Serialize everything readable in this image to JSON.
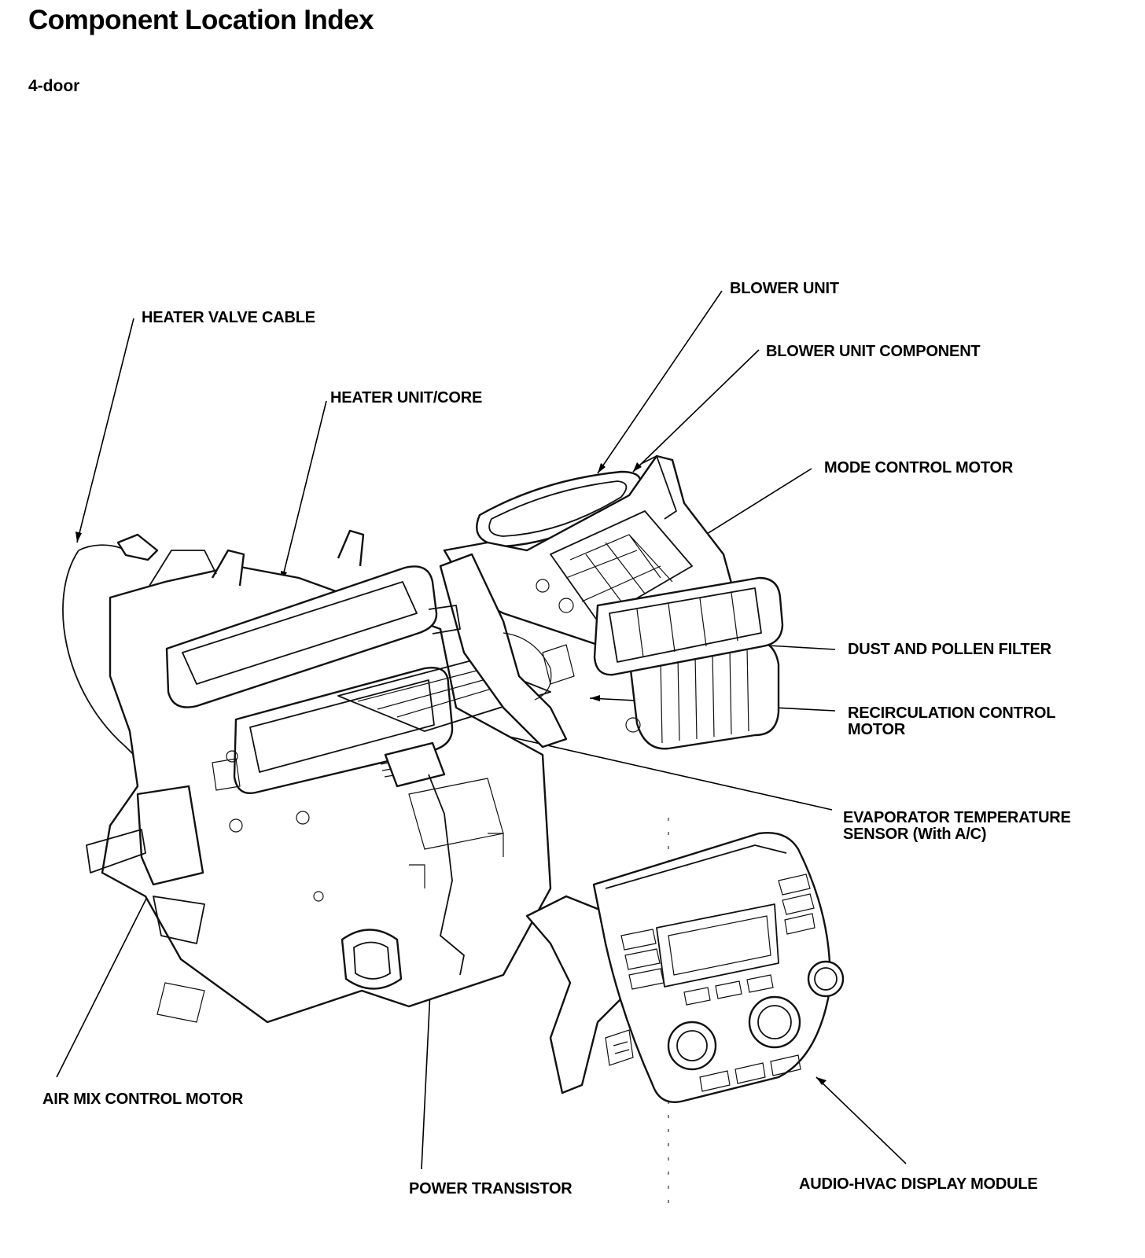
{
  "header": {
    "title": "Component Location Index",
    "subtitle": "4-door"
  },
  "callouts": {
    "heater_valve_cable": "HEATER VALVE CABLE",
    "heater_unit_core": "HEATER UNIT/CORE",
    "blower_unit": "BLOWER UNIT",
    "blower_unit_component": "BLOWER UNIT COMPONENT",
    "mode_control_motor": "MODE CONTROL MOTOR",
    "dust_and_pollen_filter": "DUST AND POLLEN FILTER",
    "recirculation_control_motor": [
      "RECIRCULATION CONTROL",
      "MOTOR"
    ],
    "evaporator_temperature_sensor": [
      "EVAPORATOR TEMPERATURE",
      "SENSOR (With A/C)"
    ],
    "air_mix_control_motor": "AIR MIX CONTROL MOTOR",
    "power_transistor": "POWER TRANSISTOR",
    "audio_hvac_display_module": "AUDIO-HVAC DISPLAY MODULE"
  }
}
